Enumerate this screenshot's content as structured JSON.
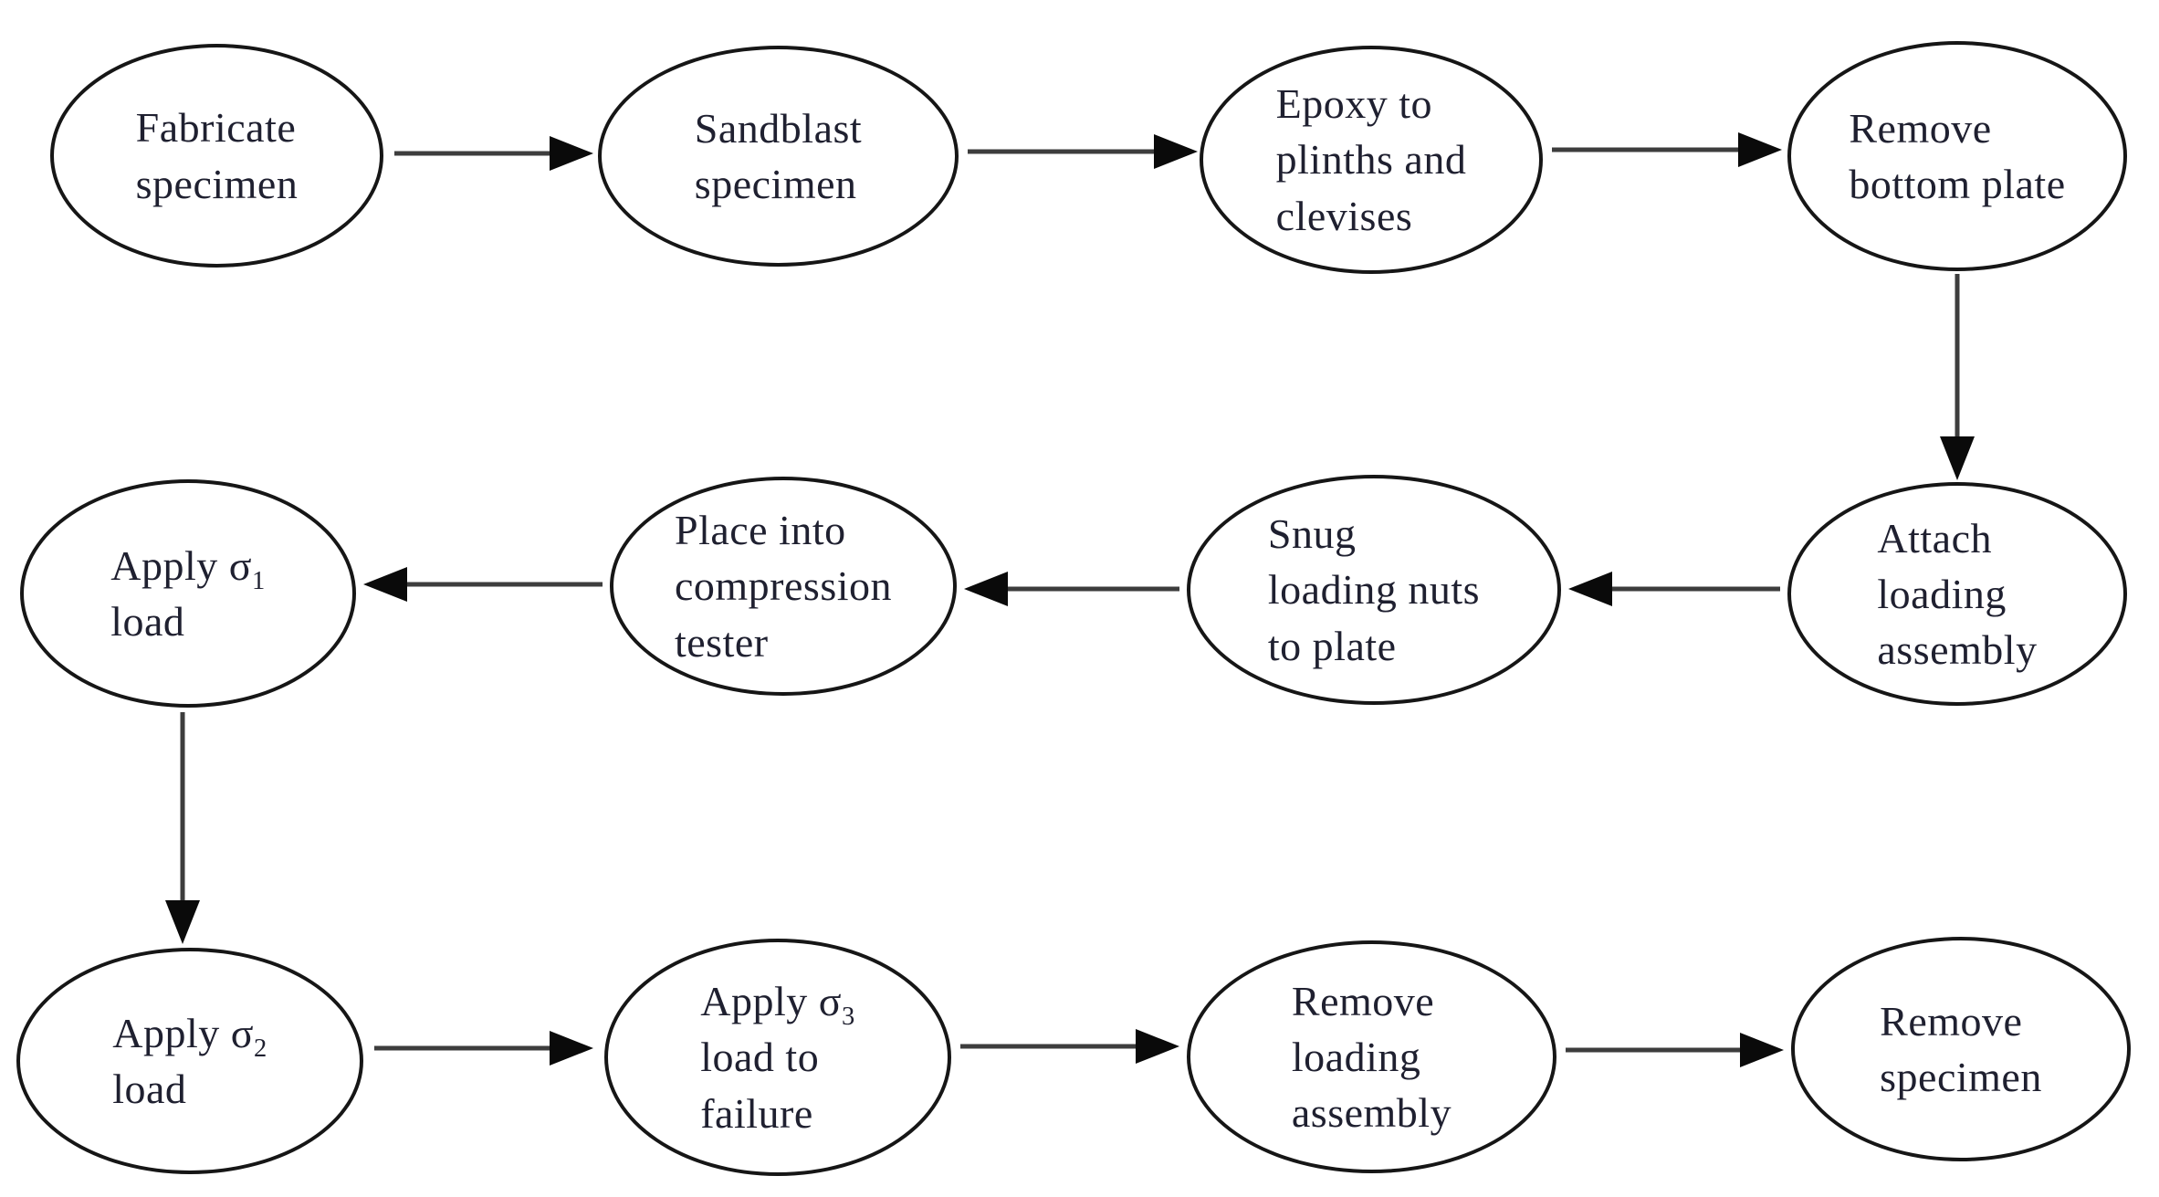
{
  "diagram": {
    "type": "flowchart",
    "background_color": "#ffffff",
    "node_shape": "ellipse",
    "node_outline_color": "#161616",
    "node_fill_color": "#ffffff",
    "text_color": "#1f2030",
    "arrow_line_color": "#3d3d3d",
    "arrow_head_color": "#0a0a0a",
    "nodes": [
      {
        "id": "fabricate-specimen",
        "label": "Fabricate specimen",
        "lines": [
          "Fabricate",
          "specimen"
        ]
      },
      {
        "id": "sandblast-specimen",
        "label": "Sandblast specimen",
        "lines": [
          "Sandblast",
          "specimen"
        ]
      },
      {
        "id": "epoxy-plinths-clevises",
        "label": "Epoxy to plinths and clevises",
        "lines": [
          "Epoxy to",
          "plinths and",
          "clevises"
        ]
      },
      {
        "id": "remove-bottom-plate",
        "label": "Remove bottom plate",
        "lines": [
          "Remove",
          "bottom plate"
        ]
      },
      {
        "id": "attach-loading-assembly",
        "label": "Attach loading assembly",
        "lines": [
          "Attach",
          "loading",
          "assembly"
        ]
      },
      {
        "id": "snug-loading-nuts",
        "label": "Snug loading nuts to plate",
        "lines": [
          "Snug",
          "loading nuts",
          "to plate"
        ]
      },
      {
        "id": "place-compression-tester",
        "label": "Place into compression tester",
        "lines": [
          "Place into",
          "compression",
          "tester"
        ]
      },
      {
        "id": "apply-sigma1-load",
        "label": "Apply σ₁ load",
        "lines": [
          "Apply σ",
          "load"
        ],
        "subscript": "1"
      },
      {
        "id": "apply-sigma2-load",
        "label": "Apply σ₂ load",
        "lines": [
          "Apply σ",
          "load"
        ],
        "subscript": "2"
      },
      {
        "id": "apply-sigma3-load",
        "label": "Apply σ₃ load to failure",
        "lines": [
          "Apply σ",
          "load to",
          "failure"
        ],
        "subscript": "3"
      },
      {
        "id": "remove-loading-assembly",
        "label": "Remove loading assembly",
        "lines": [
          "Remove",
          "loading",
          "assembly"
        ]
      },
      {
        "id": "remove-specimen",
        "label": "Remove specimen",
        "lines": [
          "Remove",
          "specimen"
        ]
      }
    ],
    "edges": [
      {
        "from": "fabricate-specimen",
        "to": "sandblast-specimen"
      },
      {
        "from": "sandblast-specimen",
        "to": "epoxy-plinths-clevises"
      },
      {
        "from": "epoxy-plinths-clevises",
        "to": "remove-bottom-plate"
      },
      {
        "from": "remove-bottom-plate",
        "to": "attach-loading-assembly"
      },
      {
        "from": "attach-loading-assembly",
        "to": "snug-loading-nuts"
      },
      {
        "from": "snug-loading-nuts",
        "to": "place-compression-tester"
      },
      {
        "from": "place-compression-tester",
        "to": "apply-sigma1-load"
      },
      {
        "from": "apply-sigma1-load",
        "to": "apply-sigma2-load"
      },
      {
        "from": "apply-sigma2-load",
        "to": "apply-sigma3-load"
      },
      {
        "from": "apply-sigma3-load",
        "to": "remove-loading-assembly"
      },
      {
        "from": "remove-loading-assembly",
        "to": "remove-specimen"
      }
    ]
  }
}
